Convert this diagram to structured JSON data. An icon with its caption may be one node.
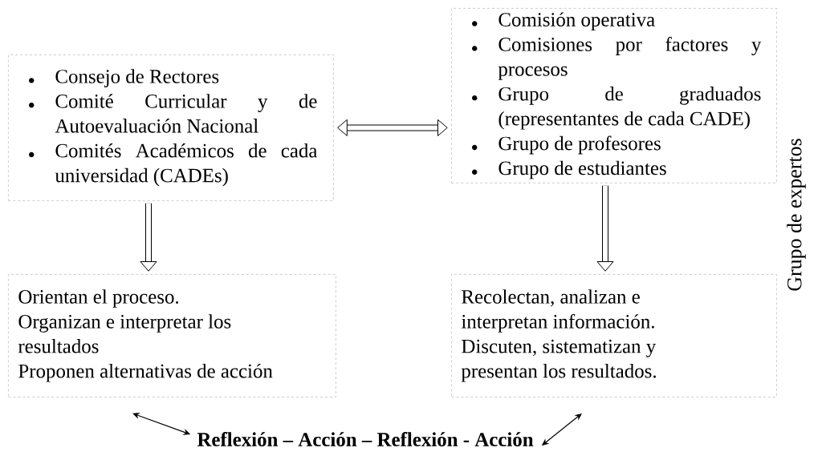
{
  "diagram": {
    "nodes": [
      {
        "text": [
          "Consejo de Rectores",
          "Comité Curricular y de Autoevaluación Nacional",
          "Comités Académicos de cada universidad (CADEs)"
        ]
      },
      {
        "text": [
          "Comisión operativa",
          "Comisiones por factores y procesos",
          "Grupo de graduados (representantes de cada CADE)",
          "Grupo de profesores",
          "Grupo de estudiantes"
        ]
      },
      {
        "text": [
          "Orientan el proceso.",
          "Organizan e interpretar los resultados",
          "Proponen alternativas de acción"
        ]
      },
      {
        "text": [
          "Recolectan, analizan e interpretan información.",
          "Discuten, sistematizan y presentan los resultados."
        ]
      },
      {
        "text": [
          "Reflexión – Acción – Reflexión - Acción"
        ]
      }
    ],
    "edges": [
      {
        "from": 0,
        "to": 1,
        "arrow": "both"
      },
      {
        "from": 0,
        "to": 2,
        "arrow": "to"
      },
      {
        "from": 1,
        "to": 3,
        "arrow": "to"
      },
      {
        "from": 2,
        "to": 4,
        "arrow": "both"
      },
      {
        "from": 3,
        "to": 4,
        "arrow": "both"
      }
    ],
    "labels": [
      "Grupo de expertos"
    ]
  }
}
